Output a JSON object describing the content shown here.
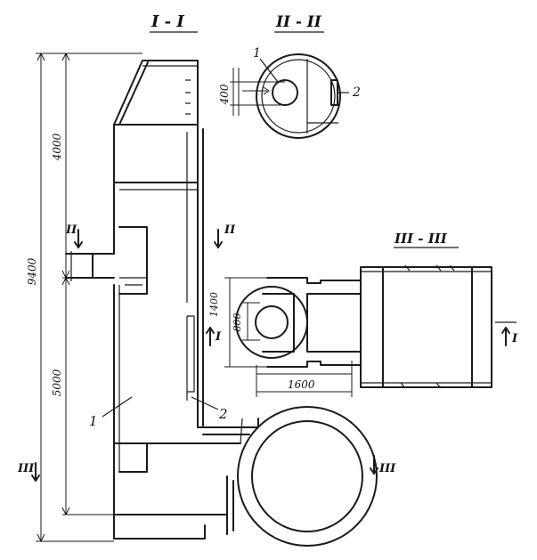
{
  "sections": {
    "s1_title": "I - I",
    "s2_title": "II - II",
    "s3_title": "III - III"
  },
  "dimensions": {
    "d9400": "9400",
    "d4000": "4000",
    "d5000": "5000",
    "d400": "400",
    "d1400": "1400",
    "d800": "800",
    "d1600": "1600"
  },
  "callouts": {
    "item1": "1",
    "item2": "2",
    "item1_b": "1",
    "item2_b": "2"
  },
  "section_marks": {
    "ii_left": "II",
    "ii_right": "II",
    "i_mid": "I",
    "i_right": "I",
    "iii_left": "III",
    "iii_right": "III"
  }
}
